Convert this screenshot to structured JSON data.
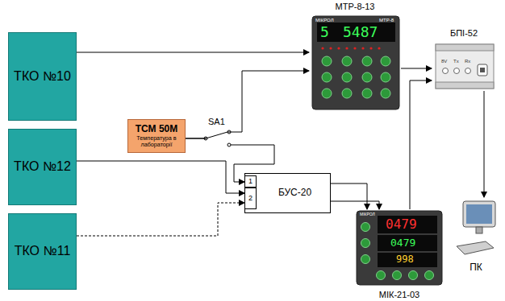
{
  "diagram": {
    "nodes": [
      {
        "text": [
          "МТР-8-13"
        ]
      },
      {
        "text": [
          "ТКО №10"
        ]
      },
      {
        "text": [
          "БПІ-52"
        ]
      },
      {
        "text": [
          "ТСМ 50М",
          "Температура в лабораторії"
        ]
      },
      {
        "text": [
          "ТКО №12"
        ]
      },
      {
        "text": [
          "БУС-20"
        ]
      },
      {
        "text": [
          "ТКО №11"
        ]
      },
      {
        "text": [
          "ПК"
        ]
      },
      {
        "text": [
          "МІК-21-03"
        ]
      }
    ],
    "edges": [
      {
        "from": 1,
        "to": 0,
        "arrow": "to"
      },
      {
        "from": 3,
        "to": 0,
        "arrow": "to"
      },
      {
        "from": 3,
        "to": 5,
        "arrow": "to"
      },
      {
        "from": 4,
        "to": 5,
        "arrow": "to"
      },
      {
        "from": 6,
        "to": 5,
        "arrow": "to"
      },
      {
        "from": 0,
        "to": 2,
        "arrow": "to"
      },
      {
        "from": 5,
        "to": 8,
        "arrow": "to"
      },
      {
        "from": 5,
        "to": 8,
        "arrow": "to"
      },
      {
        "from": 8,
        "to": 2,
        "arrow": "to"
      },
      {
        "from": 2,
        "to": 7,
        "arrow": "to"
      }
    ],
    "labels": [
      "SA1",
      "МІКРОЛ",
      "МТР-8",
      "5",
      "5487",
      "8V",
      "Tx",
      "Rx",
      "1",
      "2",
      "МІКРОЛ",
      "0479",
      "0479",
      "998"
    ]
  }
}
